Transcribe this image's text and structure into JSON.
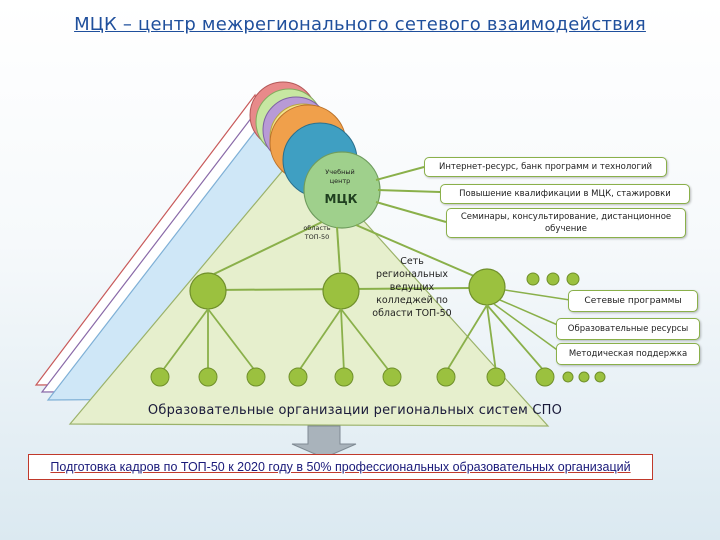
{
  "title": "МЦК – центр межрегионального сетевого взаимодействия",
  "center": {
    "small_label": "Учебный центр",
    "main_label": "МЦК",
    "region_label": "область ТОП-50"
  },
  "network_label": "Сеть региональных ведущих колледжей по области ТОП-50",
  "right_boxes": [
    "Интернет-ресурс, банк программ и технологий",
    "Повышение квалификации в МЦК, стажировки",
    "Семинары, консультирование, дистанционное обучение",
    "Сетевые программы",
    "Образовательные ресурсы",
    "Методическая поддержка"
  ],
  "base_label": "Образовательные организации региональных систем СПО",
  "bottom_box": "Подготовка кадров по ТОП-50 к 2020 году в 50% профессиональных образовательных организаций",
  "colors": {
    "title": "#1f4f9c",
    "triangle_green": "#e6efcd",
    "triangle_blue": "#cfe7f7",
    "node": "#9bc13f",
    "center_circle": "#9fd08c",
    "box_border": "#8ab04a",
    "arrow": "#a9b3bb",
    "bottom_border": "#c0392b"
  }
}
